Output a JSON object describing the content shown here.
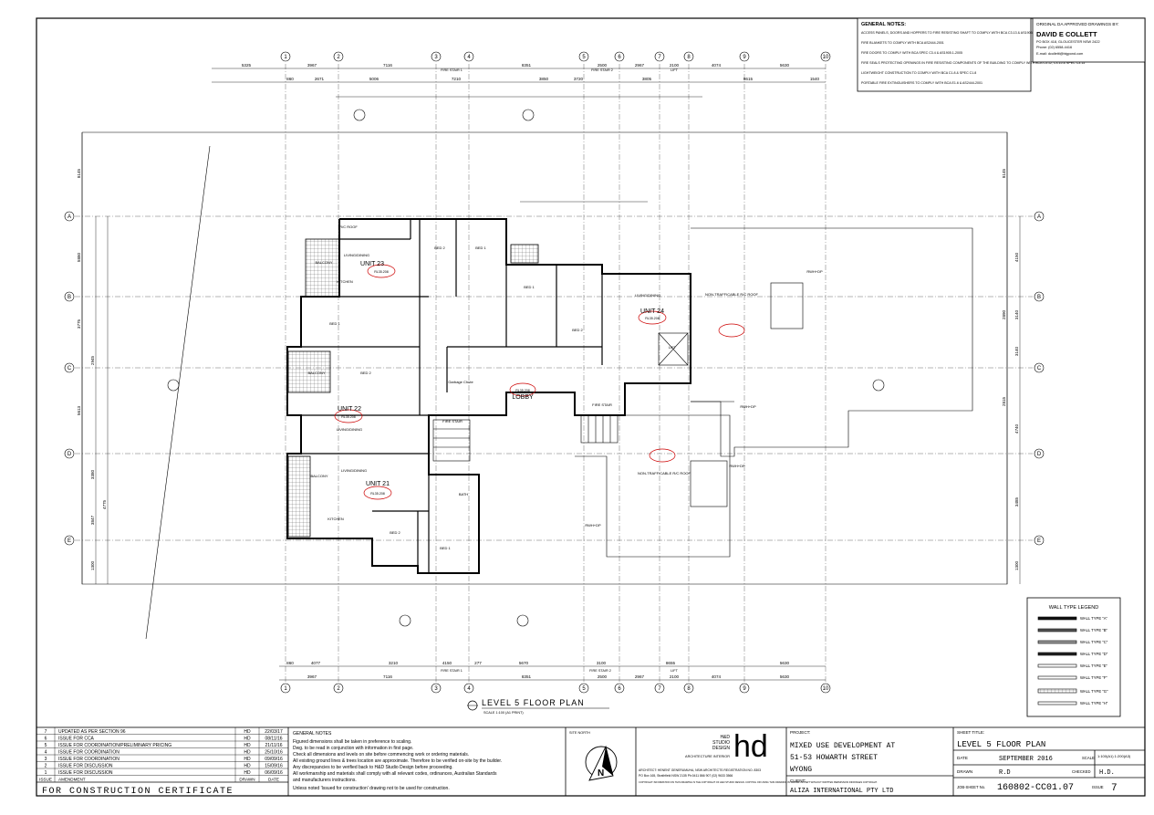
{
  "plan_title": "LEVEL 5 FLOOR PLAN",
  "plan_scale": "SCALE 1:100 (A1 PRINT)",
  "grid_columns": [
    "1",
    "2",
    "3",
    "4",
    "5",
    "6",
    "7",
    "8",
    "9",
    "10"
  ],
  "grid_rows": [
    "A",
    "B",
    "C",
    "D",
    "E"
  ],
  "top_dims_row1": [
    "5325",
    "3967",
    "7116",
    "8351",
    "2500",
    "2967",
    "2100",
    "4074",
    "5630"
  ],
  "top_dims_row2": [
    "860",
    "2671",
    "5006",
    "7210",
    "3850",
    "3720",
    "3805",
    "8615",
    "1540"
  ],
  "top_labels": [
    "FIRE STAIR 1",
    "FIRE STAIR 2",
    "LIFT"
  ],
  "bottom_dims_row1": [
    "860",
    "4077",
    "3210",
    "4150",
    "277",
    "5670",
    "3100",
    "8655",
    "5630"
  ],
  "bottom_dims_row2": [
    "3967",
    "7116",
    "8351",
    "2500",
    "2967",
    "2100",
    "4074",
    "5630"
  ],
  "bottom_labels": [
    "FIRE STAIR 1",
    "FIRE STAIR 2",
    "LIFT"
  ],
  "left_dims": [
    "8145",
    "5880",
    "3775",
    "2945",
    "5613",
    "3380",
    "4775",
    "3847",
    "1300"
  ],
  "right_dims": [
    "8145",
    "4150",
    "3140",
    "2890",
    "3140",
    "4740",
    "2815",
    "3485",
    "1300"
  ],
  "units": [
    {
      "name": "UNIT 23",
      "living": "LIVING/DINING",
      "rl": "RL35.208"
    },
    {
      "name": "UNIT 24",
      "living": "LIVING/DINING",
      "rl": "RL35.208"
    },
    {
      "name": "UNIT 22",
      "living": "LIVING/DINING",
      "rl": "RL35.208"
    },
    {
      "name": "UNIT 21",
      "living": "LIVING/DINING",
      "rl": "RL35.208"
    }
  ],
  "room_labels": {
    "bed1": "BED 1",
    "bed2": "BED 2",
    "balcony": "BALCONY",
    "kitchen": "KITCHEN",
    "bath": "BATH",
    "lobby": "LOBBY",
    "lift": "LIFT",
    "fire_stair": "FIRE STAIR",
    "garbage": "Garbage Chute",
    "rc_roof": "R/C ROOF",
    "roof_nt": "NON-TRAFFICABLE R/C ROOF",
    "rwh": "RWH+DP",
    "lobby_rl": "RL35.208"
  },
  "general_notes_top": {
    "heading": "GENERAL NOTES:",
    "lines": [
      "ACCESS PANELS, DOORS AND HOPPERS TO FIRE RESISTING SHAFT TO COMPLY WITH BCA C3.13 & AS1905.1-2005, AS1905.2-2005",
      "FIRE BLANKETS TO COMPLY WITH BCA AS2444-2001",
      "FIRE DOORS TO COMPLY WITH BCA SPEC C3.4 & AS1905.1-2005",
      "FIRE SEALS PROTECTING OPENINGS IN FIRE RESISTING COMPONENTS OF THE BUILDING TO COMPLY WITH BCA C3.12, C3.15 & SPEC C3.15",
      "LIGHTWEIGHT CONSTRUCTION TO COMPLY WITH BCA C1.8 & SPEC C1.8",
      "PORTABLE FIRE EXTINGUISHERS TO COMPLY WITH BCA E1.6 & AS2444-2001"
    ]
  },
  "approval": {
    "heading": "ORIGINAL DA APPROVED DRAWINGS BY:",
    "name": "DAVID E COLLETT",
    "addr": "PO BOX 418, GLOUCESTER NSW 2422",
    "phone": "Phone: (02) 6558-4416",
    "email": "E-mail: dcolletti@bigpond.com"
  },
  "legend": {
    "title": "WALL TYPE LEGEND",
    "items": [
      "WALL TYPE \"A\"",
      "WALL TYPE \"B\"",
      "WALL TYPE \"C\"",
      "WALL TYPE \"D\"",
      "WALL TYPE \"E\"",
      "WALL TYPE \"F\"",
      "WALL TYPE \"G\"",
      "WALL TYPE \"H\""
    ]
  },
  "revisions": [
    {
      "no": "7",
      "desc": "UPDATED AS PER SECTION 96",
      "by": "HD",
      "date": "22/03/17"
    },
    {
      "no": "6",
      "desc": "ISSUE FOR CCА",
      "by": "HD",
      "date": "08/11/16"
    },
    {
      "no": "5",
      "desc": "ISSUE FOR COORDINATION/PRELIMINARY PRICING",
      "by": "HD",
      "date": "21/11/16"
    },
    {
      "no": "4",
      "desc": "ISSUE FOR COORDINATION",
      "by": "HD",
      "date": "25/10/16"
    },
    {
      "no": "3",
      "desc": "ISSUE FOR COORDINATION",
      "by": "HD",
      "date": "09/09/16"
    },
    {
      "no": "2",
      "desc": "ISSUE FOR DISCUSSION",
      "by": "HD",
      "date": "15/09/16"
    },
    {
      "no": "1",
      "desc": "ISSUE FOR DISCUSSION",
      "by": "HD",
      "date": "06/09/16"
    }
  ],
  "rev_header": {
    "issue": "ISSUE",
    "amendment": "AMENDMENT",
    "drawn": "DRAWN",
    "date": "DATE"
  },
  "status": "FOR CONSTRUCTION CERTIFICATE",
  "general_notes_bottom": {
    "heading": "GENERAL NOTES",
    "lines": [
      "Figured dimensions shall be taken in preference to scaling.",
      "Dwg. to be read in conjunction with information in first page.",
      "Check all dimensions and levels on site before commencing work or ordering materials.",
      "All existing ground lines & trees location are approximate. Therefore to be verified on-site by the builder.",
      "Any discrepancies to be verified back to H&D Studio Design before proceeding.",
      "All workmanship and materials shall comply with all relevant codes, ordinances, Australian Standards",
      "and manufacturers instructions.",
      "Unless noted 'Issued for construction' drawing not to be used for construction."
    ]
  },
  "site_north": "SITE NORTH",
  "north_letter": "N",
  "firm": {
    "name_line1": "H&D",
    "name_line2": "STUDIO",
    "name_line3": "DESIGN",
    "sub": "ARCHITECTURE INTERIOR",
    "logo": "hd",
    "info": "ARCHITECT: HENENT GENERUMUHA, NSW ARCHITECTS REGISTRATION NO. 8303",
    "contact": "PO Box 165, Strathfield NSW 2135  Ph:0411 866 907 (02) 9633 3566",
    "copyright": "COPYRIGHT: INFORMATION ON THIS DRAWING IS THE COPYRIGHT OF H&D STUDIO DESIGN. COPYING OR USING THIS DRAWING IN WHOLE OR PART WITHOUT WRITTEN PERMISSION INFRINGES COPYRIGHT."
  },
  "project": {
    "label": "PROJECT:",
    "line1": "MIXED USE DEVELOPMENT AT",
    "line2": "51-53 HOWARTH STREET",
    "line3": "WYONG",
    "client_label": "CLIENT:",
    "client": "ALIZA INTERNATIONAL PTY LTD"
  },
  "sheet": {
    "title_label": "SHEET TITLE:",
    "title": "LEVEL 5 FLOOR PLAN",
    "date_label": "DATE",
    "date": "SEPTEMBER 2016",
    "scale_label": "SCALE",
    "scale": "1:100(A1) 1:200(A3)",
    "drawn_label": "DRAWN",
    "drawn": "R.D",
    "checked_label": "CHECKED",
    "checked": "H.D.",
    "job_label": "JOB-SHEET No.",
    "job": "160802-CC01.07",
    "issue_label": "ISSUE",
    "issue": "7"
  }
}
